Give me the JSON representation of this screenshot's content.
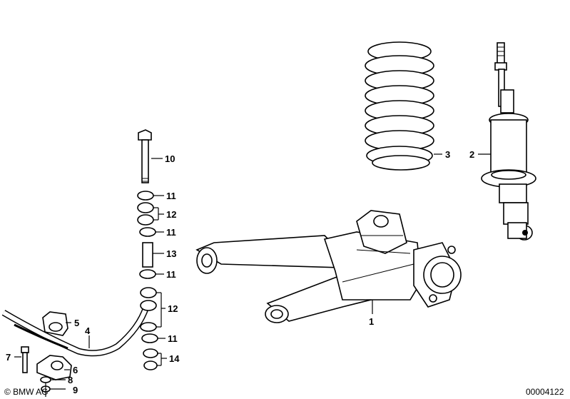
{
  "callouts": {
    "c1": "1",
    "c2": "2",
    "c3": "3",
    "c4": "4",
    "c5": "5",
    "c6": "6",
    "c7": "7",
    "c8": "8",
    "c9": "9",
    "c10": "10",
    "c11a": "11",
    "c11b": "11",
    "c11c": "11",
    "c11d": "11",
    "c12a": "12",
    "c12b": "12",
    "c13": "13",
    "c14": "14"
  },
  "footer": {
    "copyright": "© BMW AG",
    "diagram_number": "00004122"
  }
}
